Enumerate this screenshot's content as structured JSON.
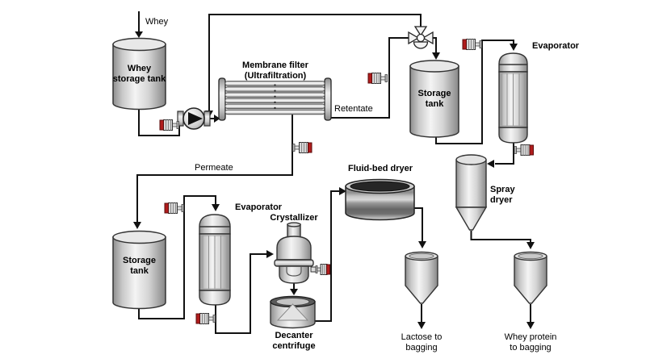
{
  "diagram": {
    "stream_labels": {
      "whey_in": "Whey",
      "retentate": "Retentate",
      "permeate": "Permeate"
    },
    "equipment_labels": {
      "whey_storage_tank": "Whey\nstorage tank",
      "membrane_filter": "Membrane filter\n(Ultrafiltration)",
      "storage_tank_top": "Storage\ntank",
      "evaporator_top": "Evaporator",
      "spray_dryer": "Spray\ndryer",
      "storage_tank_bottom": "Storage\ntank",
      "evaporator_bottom": "Evaporator",
      "crystallizer": "Crystallizer",
      "decanter_centrifuge": "Decanter\ncentrifuge",
      "fluid_bed_dryer": "Fluid-bed dryer"
    },
    "output_labels": {
      "lactose": "Lactose to\nbagging",
      "whey_protein": "Whey protein\nto bagging"
    },
    "colors": {
      "line": "#111111",
      "valve_red": "#b01c1c",
      "vessel_stroke": "#333333"
    }
  }
}
